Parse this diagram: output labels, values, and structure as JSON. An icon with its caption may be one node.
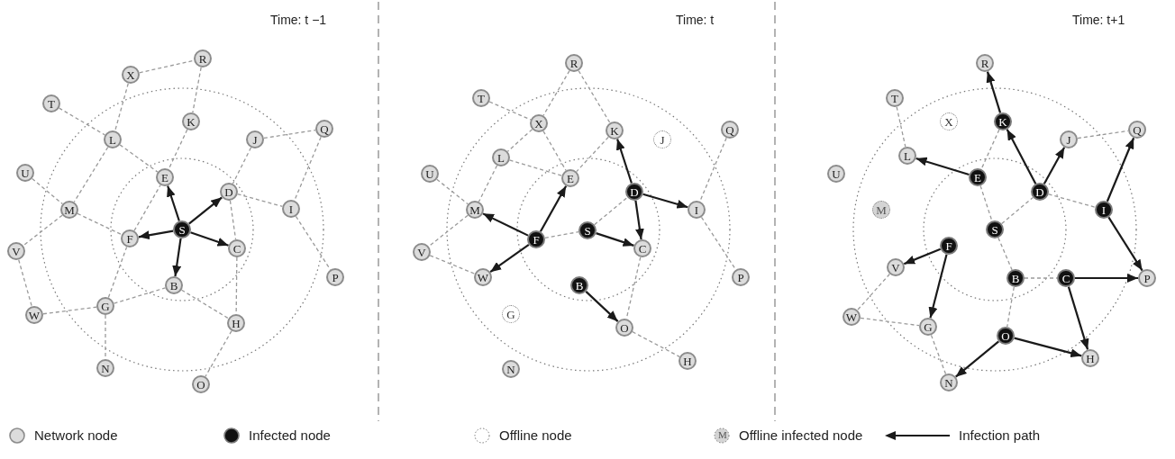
{
  "diagram": {
    "nodes": [
      {
        "text": [
          "R"
        ]
      },
      {
        "text": [
          "X"
        ]
      },
      {
        "text": [
          "T"
        ]
      },
      {
        "text": [
          "K"
        ]
      },
      {
        "text": [
          "L"
        ]
      },
      {
        "text": [
          "J"
        ]
      },
      {
        "text": [
          "Q"
        ]
      },
      {
        "text": [
          "U"
        ]
      },
      {
        "text": [
          "E"
        ]
      },
      {
        "text": [
          "D"
        ]
      },
      {
        "text": [
          "I"
        ]
      },
      {
        "text": [
          "M"
        ]
      },
      {
        "text": [
          "S"
        ]
      },
      {
        "text": [
          "F"
        ]
      },
      {
        "text": [
          "C"
        ]
      },
      {
        "text": [
          "V"
        ]
      },
      {
        "text": [
          "B"
        ]
      },
      {
        "text": [
          "P"
        ]
      },
      {
        "text": [
          "G"
        ]
      },
      {
        "text": [
          "W"
        ]
      },
      {
        "text": [
          "H"
        ]
      },
      {
        "text": [
          "N"
        ]
      },
      {
        "text": [
          "O"
        ]
      },
      {
        "text": [
          "R"
        ]
      },
      {
        "text": [
          "T"
        ]
      },
      {
        "text": [
          "X"
        ]
      },
      {
        "text": [
          "K"
        ]
      },
      {
        "text": [
          "J"
        ]
      },
      {
        "text": [
          "Q"
        ]
      },
      {
        "text": [
          "L"
        ]
      },
      {
        "text": [
          "U"
        ]
      },
      {
        "text": [
          "E"
        ]
      },
      {
        "text": [
          "D"
        ]
      },
      {
        "text": [
          "M"
        ]
      },
      {
        "text": [
          "I"
        ]
      },
      {
        "text": [
          "S"
        ]
      },
      {
        "text": [
          "F"
        ]
      },
      {
        "text": [
          "C"
        ]
      },
      {
        "text": [
          "V"
        ]
      },
      {
        "text": [
          "W"
        ]
      },
      {
        "text": [
          "P"
        ]
      },
      {
        "text": [
          "B"
        ]
      },
      {
        "text": [
          "G"
        ]
      },
      {
        "text": [
          "O"
        ]
      },
      {
        "text": [
          "H"
        ]
      },
      {
        "text": [
          "N"
        ]
      },
      {
        "text": [
          "R"
        ]
      },
      {
        "text": [
          "T"
        ]
      },
      {
        "text": [
          "X"
        ]
      },
      {
        "text": [
          "K"
        ]
      },
      {
        "text": [
          "Q"
        ]
      },
      {
        "text": [
          "J"
        ]
      },
      {
        "text": [
          "L"
        ]
      },
      {
        "text": [
          "U"
        ]
      },
      {
        "text": [
          "E"
        ]
      },
      {
        "text": [
          "D"
        ]
      },
      {
        "text": [
          "M"
        ]
      },
      {
        "text": [
          "I"
        ]
      },
      {
        "text": [
          "S"
        ]
      },
      {
        "text": [
          "F"
        ]
      },
      {
        "text": [
          "V"
        ]
      },
      {
        "text": [
          "B"
        ]
      },
      {
        "text": [
          "C"
        ]
      },
      {
        "text": [
          "P"
        ]
      },
      {
        "text": [
          "W"
        ]
      },
      {
        "text": [
          "G"
        ]
      },
      {
        "text": [
          "O"
        ]
      },
      {
        "text": [
          "H"
        ]
      },
      {
        "text": [
          "N"
        ]
      }
    ],
    "edges": [
      {
        "from": 1,
        "to": 0,
        "arrow": "none",
        "style": "dashed"
      },
      {
        "from": 0,
        "to": 3,
        "arrow": "none",
        "style": "dashed"
      },
      {
        "from": 3,
        "to": 8,
        "arrow": "none",
        "style": "dashed"
      },
      {
        "from": 1,
        "to": 4,
        "arrow": "none",
        "style": "dashed"
      },
      {
        "from": 2,
        "to": 4,
        "arrow": "none",
        "style": "dashed"
      },
      {
        "from": 4,
        "to": 8,
        "arrow": "none",
        "style": "dashed"
      },
      {
        "from": 4,
        "to": 11,
        "arrow": "none",
        "style": "dashed"
      },
      {
        "from": 7,
        "to": 11,
        "arrow": "none",
        "style": "dashed"
      },
      {
        "from": 11,
        "to": 13,
        "arrow": "none",
        "style": "dashed"
      },
      {
        "from": 11,
        "to": 15,
        "arrow": "none",
        "style": "dashed"
      },
      {
        "from": 15,
        "to": 19,
        "arrow": "none",
        "style": "dashed"
      },
      {
        "from": 19,
        "to": 18,
        "arrow": "none",
        "style": "dashed"
      },
      {
        "from": 18,
        "to": 16,
        "arrow": "none",
        "style": "dashed"
      },
      {
        "from": 18,
        "to": 13,
        "arrow": "none",
        "style": "dashed"
      },
      {
        "from": 13,
        "to": 8,
        "arrow": "none",
        "style": "dashed"
      },
      {
        "from": 18,
        "to": 21,
        "arrow": "none",
        "style": "dashed"
      },
      {
        "from": 16,
        "to": 20,
        "arrow": "none",
        "style": "dashed"
      },
      {
        "from": 5,
        "to": 9,
        "arrow": "none",
        "style": "dashed"
      },
      {
        "from": 5,
        "to": 6,
        "arrow": "none",
        "style": "dashed"
      },
      {
        "from": 6,
        "to": 10,
        "arrow": "none",
        "style": "dashed"
      },
      {
        "from": 9,
        "to": 10,
        "arrow": "none",
        "style": "dashed"
      },
      {
        "from": 9,
        "to": 14,
        "arrow": "none",
        "style": "dashed"
      },
      {
        "from": 14,
        "to": 20,
        "arrow": "none",
        "style": "dashed"
      },
      {
        "from": 20,
        "to": 22,
        "arrow": "none",
        "style": "dashed"
      },
      {
        "from": 10,
        "to": 17,
        "arrow": "none",
        "style": "dashed"
      },
      {
        "from": 12,
        "to": 8,
        "arrow": "to",
        "color": "#1a1a1a"
      },
      {
        "from": 12,
        "to": 9,
        "arrow": "to",
        "color": "#1a1a1a"
      },
      {
        "from": 12,
        "to": 13,
        "arrow": "to",
        "color": "#1a1a1a"
      },
      {
        "from": 12,
        "to": 14,
        "arrow": "to",
        "color": "#1a1a1a"
      },
      {
        "from": 12,
        "to": 16,
        "arrow": "to",
        "color": "#1a1a1a"
      },
      {
        "from": 23,
        "to": 25,
        "arrow": "none",
        "style": "dashed"
      },
      {
        "from": 23,
        "to": 26,
        "arrow": "none",
        "style": "dashed"
      },
      {
        "from": 24,
        "to": 25,
        "arrow": "none",
        "style": "dashed"
      },
      {
        "from": 25,
        "to": 29,
        "arrow": "none",
        "style": "dashed"
      },
      {
        "from": 25,
        "to": 31,
        "arrow": "none",
        "style": "dashed"
      },
      {
        "from": 29,
        "to": 31,
        "arrow": "none",
        "style": "dashed"
      },
      {
        "from": 29,
        "to": 33,
        "arrow": "none",
        "style": "dashed"
      },
      {
        "from": 26,
        "to": 31,
        "arrow": "none",
        "style": "dashed"
      },
      {
        "from": 30,
        "to": 33,
        "arrow": "none",
        "style": "dashed"
      },
      {
        "from": 33,
        "to": 38,
        "arrow": "none",
        "style": "dashed"
      },
      {
        "from": 38,
        "to": 39,
        "arrow": "none",
        "style": "dashed"
      },
      {
        "from": 36,
        "to": 35,
        "arrow": "none",
        "style": "dashed"
      },
      {
        "from": 35,
        "to": 32,
        "arrow": "none",
        "style": "dashed"
      },
      {
        "from": 37,
        "to": 43,
        "arrow": "none",
        "style": "dashed"
      },
      {
        "from": 43,
        "to": 44,
        "arrow": "none",
        "style": "dashed"
      },
      {
        "from": 28,
        "to": 34,
        "arrow": "none",
        "style": "dashed"
      },
      {
        "from": 34,
        "to": 40,
        "arrow": "none",
        "style": "dashed"
      },
      {
        "from": 36,
        "to": 33,
        "arrow": "to",
        "color": "#1a1a1a"
      },
      {
        "from": 36,
        "to": 31,
        "arrow": "to",
        "color": "#1a1a1a"
      },
      {
        "from": 36,
        "to": 39,
        "arrow": "to",
        "color": "#1a1a1a"
      },
      {
        "from": 32,
        "to": 26,
        "arrow": "to",
        "color": "#1a1a1a"
      },
      {
        "from": 32,
        "to": 34,
        "arrow": "to",
        "color": "#1a1a1a"
      },
      {
        "from": 32,
        "to": 37,
        "arrow": "to",
        "color": "#1a1a1a"
      },
      {
        "from": 35,
        "to": 37,
        "arrow": "to",
        "color": "#1a1a1a"
      },
      {
        "from": 41,
        "to": 43,
        "arrow": "to",
        "color": "#1a1a1a"
      },
      {
        "from": 47,
        "to": 52,
        "arrow": "none",
        "style": "dashed"
      },
      {
        "from": 49,
        "to": 54,
        "arrow": "none",
        "style": "dashed"
      },
      {
        "from": 54,
        "to": 58,
        "arrow": "none",
        "style": "dashed"
      },
      {
        "from": 58,
        "to": 55,
        "arrow": "none",
        "style": "dashed"
      },
      {
        "from": 55,
        "to": 57,
        "arrow": "none",
        "style": "dashed"
      },
      {
        "from": 51,
        "to": 50,
        "arrow": "none",
        "style": "dashed"
      },
      {
        "from": 58,
        "to": 61,
        "arrow": "none",
        "style": "dashed"
      },
      {
        "from": 61,
        "to": 62,
        "arrow": "none",
        "style": "dashed"
      },
      {
        "from": 61,
        "to": 66,
        "arrow": "none",
        "style": "dashed"
      },
      {
        "from": 60,
        "to": 64,
        "arrow": "none",
        "style": "dashed"
      },
      {
        "from": 64,
        "to": 65,
        "arrow": "none",
        "style": "dashed"
      },
      {
        "from": 65,
        "to": 68,
        "arrow": "none",
        "style": "dashed"
      },
      {
        "from": 49,
        "to": 46,
        "arrow": "to",
        "color": "#1a1a1a"
      },
      {
        "from": 54,
        "to": 52,
        "arrow": "to",
        "color": "#1a1a1a"
      },
      {
        "from": 55,
        "to": 49,
        "arrow": "to",
        "color": "#1a1a1a"
      },
      {
        "from": 55,
        "to": 51,
        "arrow": "to",
        "color": "#1a1a1a"
      },
      {
        "from": 57,
        "to": 50,
        "arrow": "to",
        "color": "#1a1a1a"
      },
      {
        "from": 57,
        "to": 63,
        "arrow": "to",
        "color": "#1a1a1a"
      },
      {
        "from": 62,
        "to": 63,
        "arrow": "to",
        "color": "#1a1a1a"
      },
      {
        "from": 62,
        "to": 67,
        "arrow": "to",
        "color": "#1a1a1a"
      },
      {
        "from": 59,
        "to": 60,
        "arrow": "to",
        "color": "#1a1a1a"
      },
      {
        "from": 59,
        "to": 65,
        "arrow": "to",
        "color": "#1a1a1a"
      },
      {
        "from": 66,
        "to": 68,
        "arrow": "to",
        "color": "#1a1a1a"
      },
      {
        "from": 66,
        "to": 67,
        "arrow": "to",
        "color": "#1a1a1a"
      }
    ],
    "labels": [
      "Time: t −1",
      "Time: t",
      "Time: t+1",
      "M"
    ],
    "legend": [
      {
        "text": "Network node"
      },
      {
        "text": "Infected node"
      },
      {
        "text": "Offline node"
      },
      {
        "text": "Offline infected node"
      },
      {
        "text": "Infection path"
      }
    ]
  }
}
